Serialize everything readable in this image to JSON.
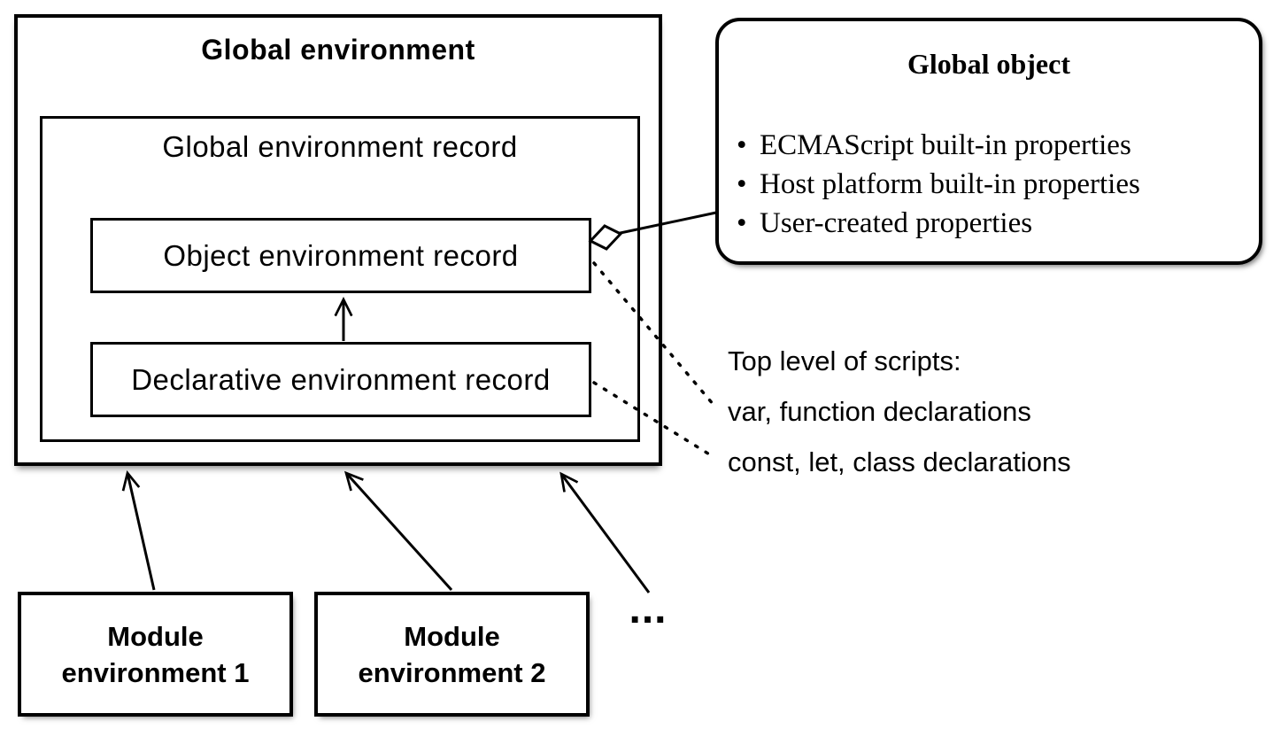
{
  "colors": {
    "ink": "#000000",
    "background": "#ffffff"
  },
  "global_environment": {
    "title": "Global environment",
    "record": {
      "title": "Global environment record",
      "object_record_label": "Object environment record",
      "declarative_record_label": "Declarative environment record"
    }
  },
  "global_object": {
    "title": "Global object",
    "bullet_char": "•",
    "bullets": [
      "ECMAScript built-in properties",
      "Host platform built-in properties",
      "User-created properties"
    ]
  },
  "scripts_note": {
    "line1": "Top level of scripts:",
    "line2": "var, function declarations",
    "line3": "const, let, class declarations"
  },
  "modules": {
    "module1": {
      "line1": "Module",
      "line2": "environment 1"
    },
    "module2": {
      "line1": "Module",
      "line2": "environment 2"
    },
    "ellipsis": "..."
  }
}
